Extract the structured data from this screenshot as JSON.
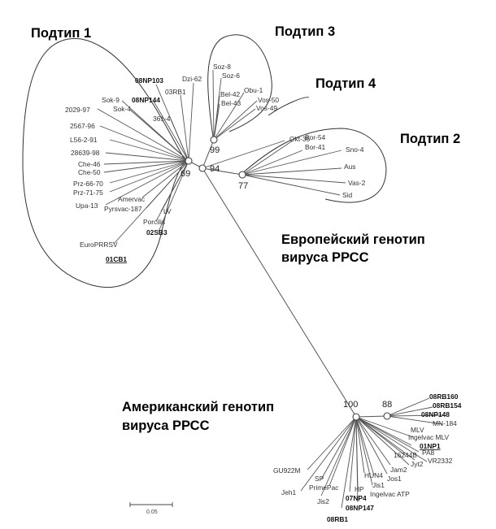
{
  "groups": {
    "subtype1": "Подтип 1",
    "subtype2": "Подтип 2",
    "subtype3": "Подтип 3",
    "subtype4": "Подтип 4",
    "european_line1": "Европейский генотип",
    "european_line2": "вируса РРСС",
    "american_line1": "Американский генотип",
    "american_line2": "вируса РРСС"
  },
  "bootstrap": {
    "n69": "69",
    "n94": "94",
    "n99": "99",
    "n77": "77",
    "n100": "100",
    "n88": "88"
  },
  "scale_label": "0.05",
  "taxa": {
    "s1": [
      "08NP103",
      "Dzi-62",
      "03RB1",
      "08NP144",
      "Sok-9",
      "Sok-4",
      "361-4",
      "2029-97",
      "2567-96",
      "L56-2-91",
      "28639-98",
      "Che-46",
      "Che-50",
      "Prz-66-70",
      "Prz-71-75",
      "Upa-13",
      "Amervac",
      "Pyrsvac-187",
      "LV",
      "Porcilis",
      "02SB3",
      "EuroPRRSV",
      "01CB1"
    ],
    "s3": [
      "Soz-8",
      "Soz-6",
      "Obu-1",
      "Bel-42",
      "Bel-43",
      "Vos-50",
      "Vos-49"
    ],
    "s2": [
      "Okt-35",
      "Bor-54",
      "Bor-41",
      "Sno-4",
      "Aus",
      "Vas-2",
      "Sid"
    ],
    "am": [
      "08RB160",
      "08RB154",
      "08NP148",
      "MN-184",
      "MLV",
      "Ingelvac MLV",
      "01NP1",
      "16244B",
      "PA8",
      "VR2332",
      "Jyt2",
      "Jam2",
      "Jos1",
      "HUN4",
      "Jis1",
      "Ingelvac ATP",
      "HP",
      "07NP4",
      "08NP147",
      "08RB1",
      "GU922M",
      "SP",
      "PrimePac",
      "Jis2",
      "Jeh1"
    ]
  }
}
